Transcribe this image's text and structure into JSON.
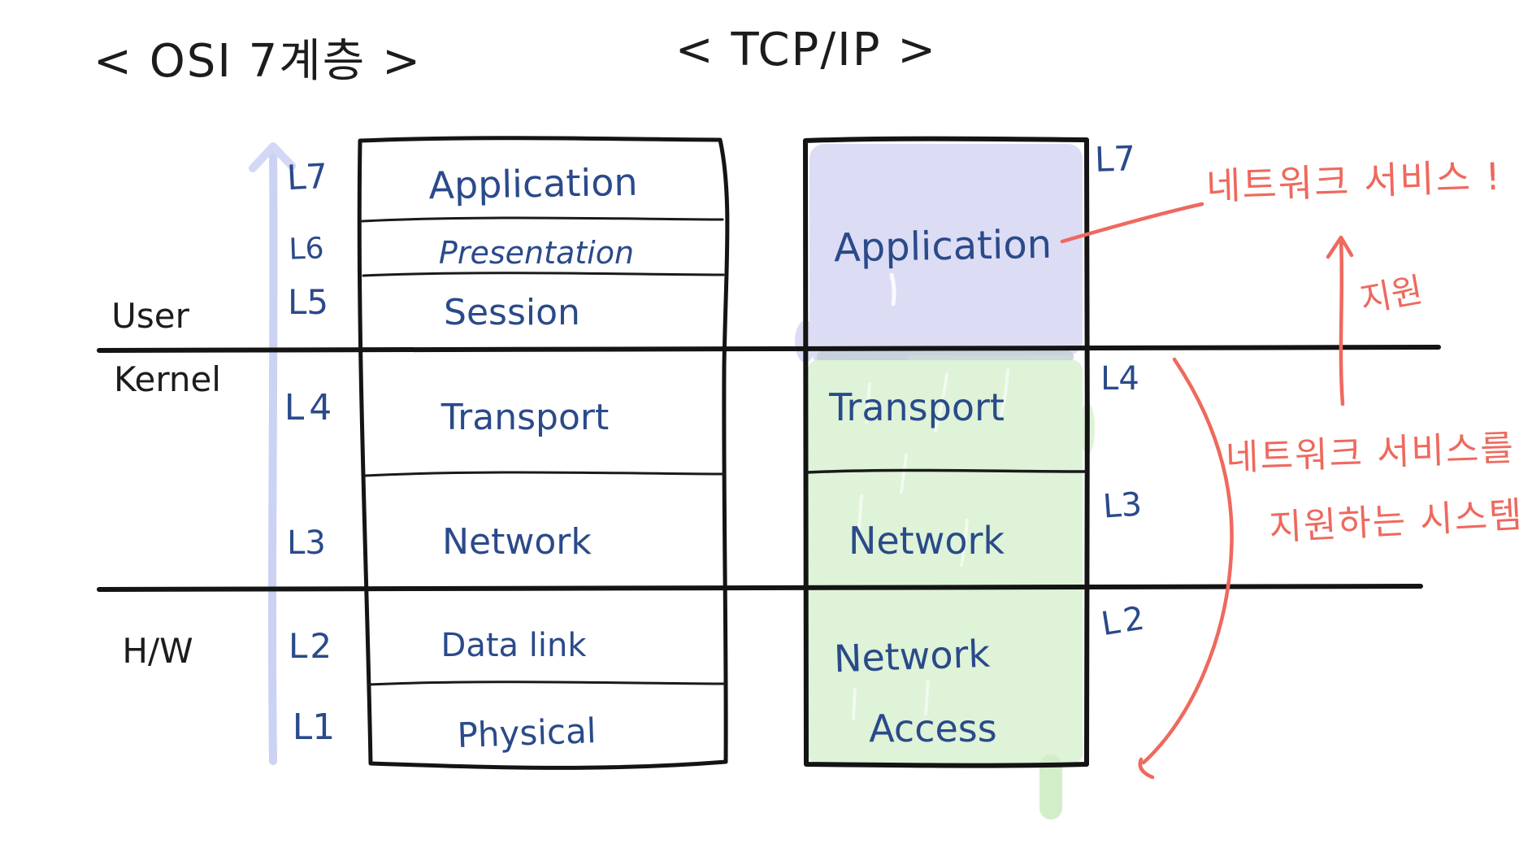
{
  "titles": {
    "osi": "< OSI 7계층 >",
    "tcpip": "< TCP/IP >"
  },
  "side_labels": {
    "user": "User",
    "kernel": "Kernel",
    "hw": "H/W"
  },
  "osi": {
    "layers": [
      {
        "level": "L7",
        "name": "Application"
      },
      {
        "level": "L6",
        "name": "Presentation"
      },
      {
        "level": "L5",
        "name": "Session"
      },
      {
        "level": "L4",
        "name": "Transport"
      },
      {
        "level": "L3",
        "name": "Network"
      },
      {
        "level": "L2",
        "name": "Data link"
      },
      {
        "level": "L1",
        "name": "Physical"
      }
    ]
  },
  "tcpip": {
    "layers": [
      {
        "name": "Application",
        "level_right": "L7",
        "highlight": "#dcdcf4"
      },
      {
        "name": "Transport",
        "level_right": "L4",
        "highlight": "#def3d7"
      },
      {
        "name": "Network",
        "level_right": "L3",
        "highlight": "#def3d7"
      },
      {
        "line1": "Network",
        "line2": "Access",
        "level_right": "L2",
        "highlight": "#def3d7"
      }
    ]
  },
  "annotations": {
    "network_service": "네트워크 서비스 !",
    "support": "지원",
    "system_line1": "네트워크 서비스를",
    "system_line2": "지원하는 시스템"
  },
  "colors": {
    "ink_black": "#1c1c1c",
    "ink_blue": "#2a4a8a",
    "ink_red": "#ee695e",
    "highlight_lavender": "#dcdcf4",
    "highlight_green": "#def3d7",
    "arrow_lavender": "#ccd2f3"
  }
}
